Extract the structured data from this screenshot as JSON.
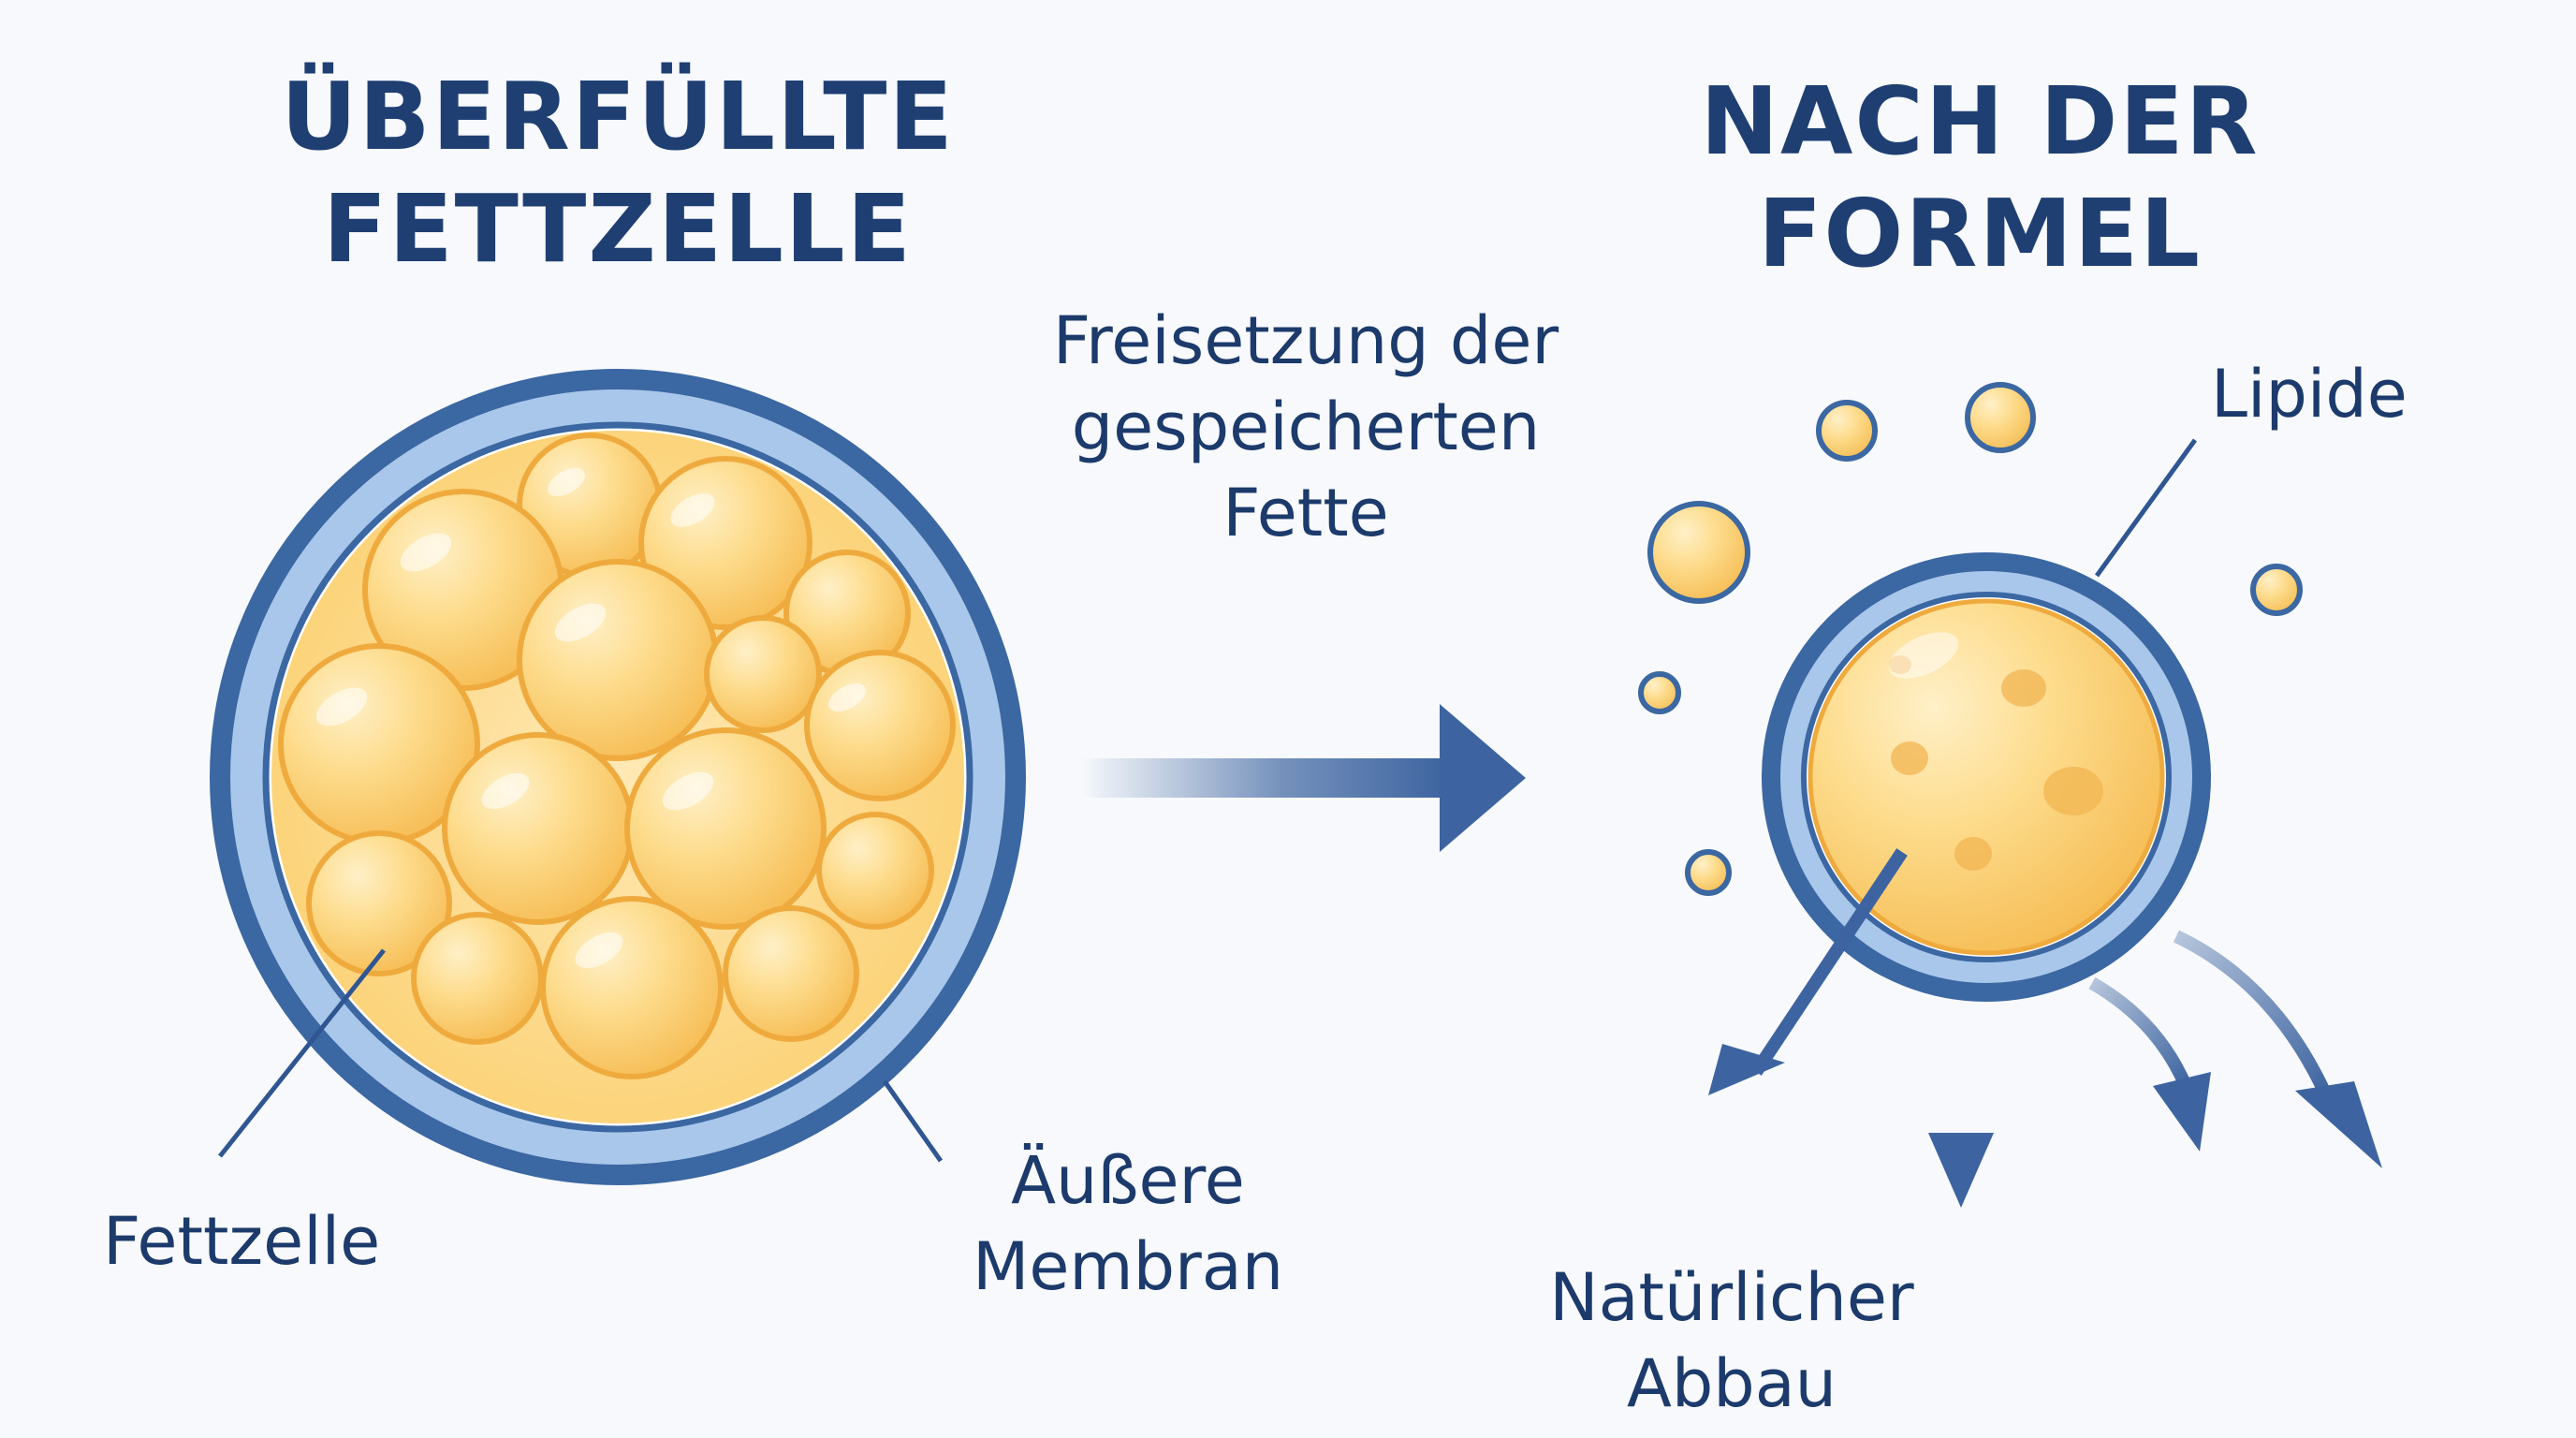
{
  "left_panel": {
    "title_line1": "ÜBERFÜLLTE",
    "title_line2": "FETTZELLE",
    "label_fat_cell": "Fettzelle",
    "label_membrane_line1": "Äußere",
    "label_membrane_line2": "Membran"
  },
  "center": {
    "release_line1": "Freisetzung der",
    "release_line2": "gespeicherten",
    "release_line3": "Fette"
  },
  "right_panel": {
    "title": "NACH DER FORMEL",
    "label_lipids": "Lipide",
    "label_breakdown_line1": "Natürlicher",
    "label_breakdown_line2": "Abbau"
  },
  "colors": {
    "title_blue": "#1f3f73",
    "membrane_outer": "#3b67a2",
    "membrane_inner": "#a9c7ea",
    "fat_yellow": "#fcd47c",
    "fat_outline": "#efaa3e",
    "arrow_blue": "#3d64a0"
  }
}
